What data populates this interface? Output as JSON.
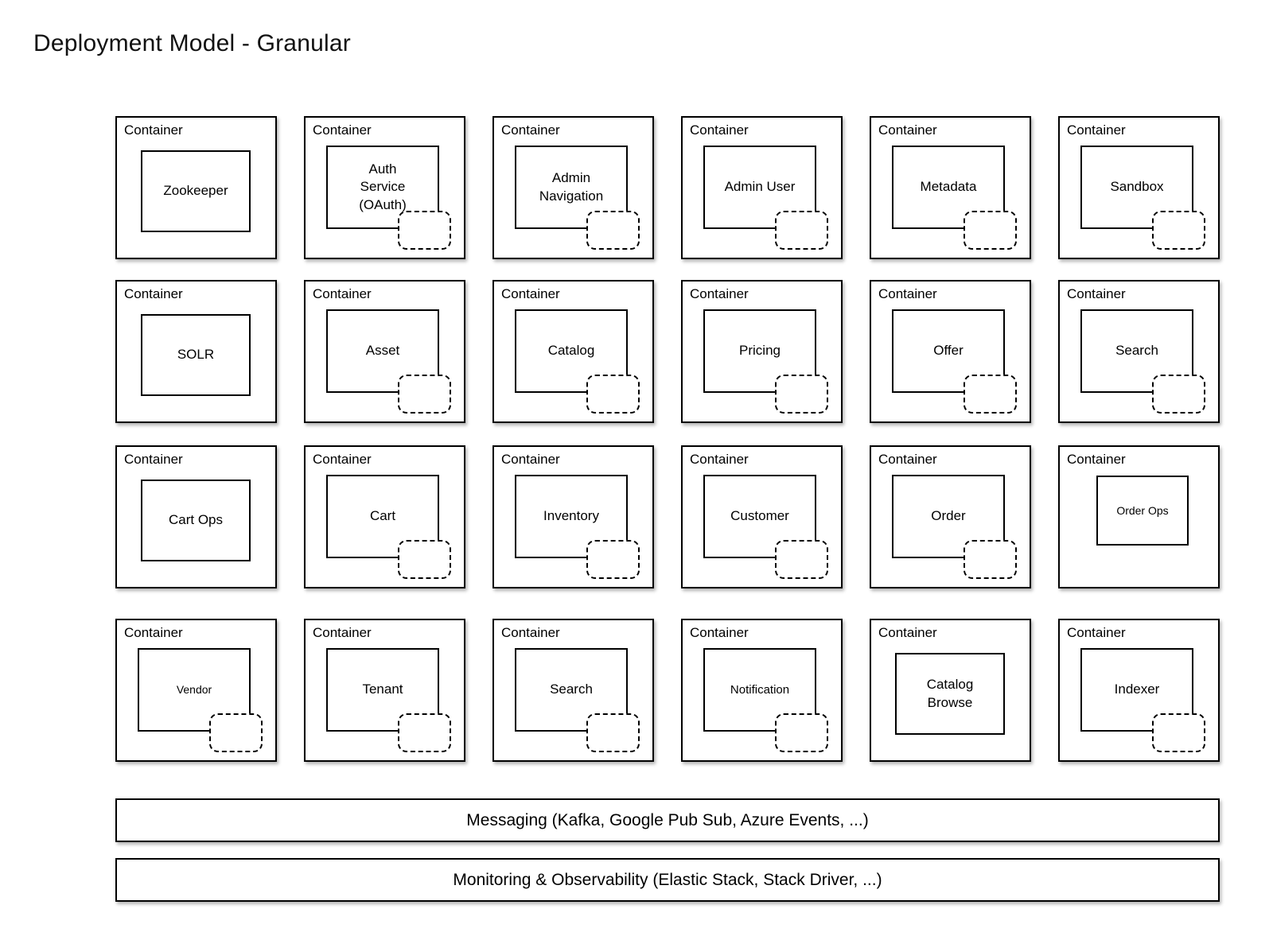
{
  "title": "Deployment Model - Granular",
  "container_label": "Container",
  "colors": {
    "border": "#000000",
    "background": "#ffffff",
    "text": "#000000"
  },
  "grid_rows": [
    [
      {
        "name": "Zookeeper",
        "has_pod": false,
        "box": "centered"
      },
      {
        "name": "Auth\nService\n(OAuth)",
        "has_pod": true,
        "box": "default"
      },
      {
        "name": "Admin\nNavigation",
        "has_pod": true,
        "box": "default"
      },
      {
        "name": "Admin User",
        "has_pod": true,
        "box": "default"
      },
      {
        "name": "Metadata",
        "has_pod": true,
        "box": "default"
      },
      {
        "name": "Sandbox",
        "has_pod": true,
        "box": "default"
      }
    ],
    [
      {
        "name": "SOLR",
        "has_pod": false,
        "box": "centered"
      },
      {
        "name": "Asset",
        "has_pod": true,
        "box": "default"
      },
      {
        "name": "Catalog",
        "has_pod": true,
        "box": "default"
      },
      {
        "name": "Pricing",
        "has_pod": true,
        "box": "default"
      },
      {
        "name": "Offer",
        "has_pod": true,
        "box": "default"
      },
      {
        "name": "Search",
        "has_pod": true,
        "box": "default"
      }
    ],
    [
      {
        "name": "Cart Ops",
        "has_pod": false,
        "box": "centered"
      },
      {
        "name": "Cart",
        "has_pod": true,
        "box": "default"
      },
      {
        "name": "Inventory",
        "has_pod": true,
        "box": "default"
      },
      {
        "name": "Customer",
        "has_pod": true,
        "box": "default"
      },
      {
        "name": "Order",
        "has_pod": true,
        "box": "default"
      },
      {
        "name": "Order Ops",
        "has_pod": false,
        "box": "small",
        "text": "sm14"
      }
    ],
    [
      {
        "name": "Vendor",
        "has_pod": true,
        "box": "default",
        "text": "sm14"
      },
      {
        "name": "Tenant",
        "has_pod": true,
        "box": "default"
      },
      {
        "name": "Search",
        "has_pod": true,
        "box": "default"
      },
      {
        "name": "Notification",
        "has_pod": true,
        "box": "default",
        "text": "sm15"
      },
      {
        "name": "Catalog\nBrowse",
        "has_pod": false,
        "box": "centered"
      },
      {
        "name": "Indexer",
        "has_pod": true,
        "box": "default"
      }
    ]
  ],
  "bars": [
    {
      "label": "Messaging (Kafka, Google Pub Sub, Azure Events, ...)"
    },
    {
      "label": "Monitoring & Observability (Elastic Stack, Stack Driver, ...)"
    }
  ]
}
